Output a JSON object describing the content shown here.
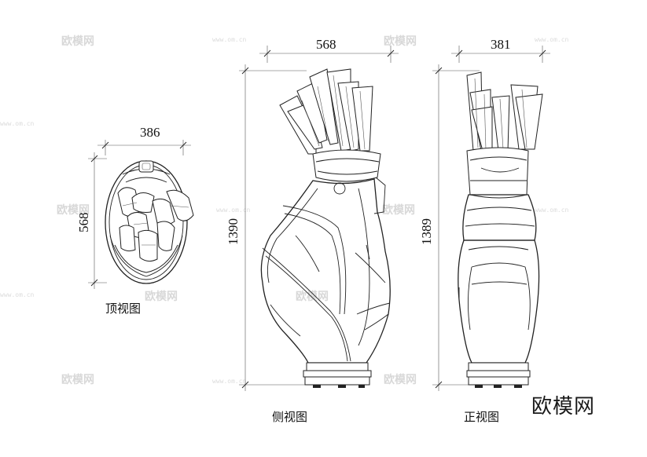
{
  "top_view": {
    "width_dim": "386",
    "depth_dim": "568",
    "caption": "顶视图"
  },
  "side_view": {
    "width_dim": "568",
    "height_dim": "1390",
    "caption": "侧视图"
  },
  "front_view": {
    "width_dim": "381",
    "height_dim": "1389",
    "caption": "正视图"
  },
  "brand": {
    "logo": "欧模网",
    "watermark": "欧模网",
    "watermark_url": "www.om.cn"
  }
}
